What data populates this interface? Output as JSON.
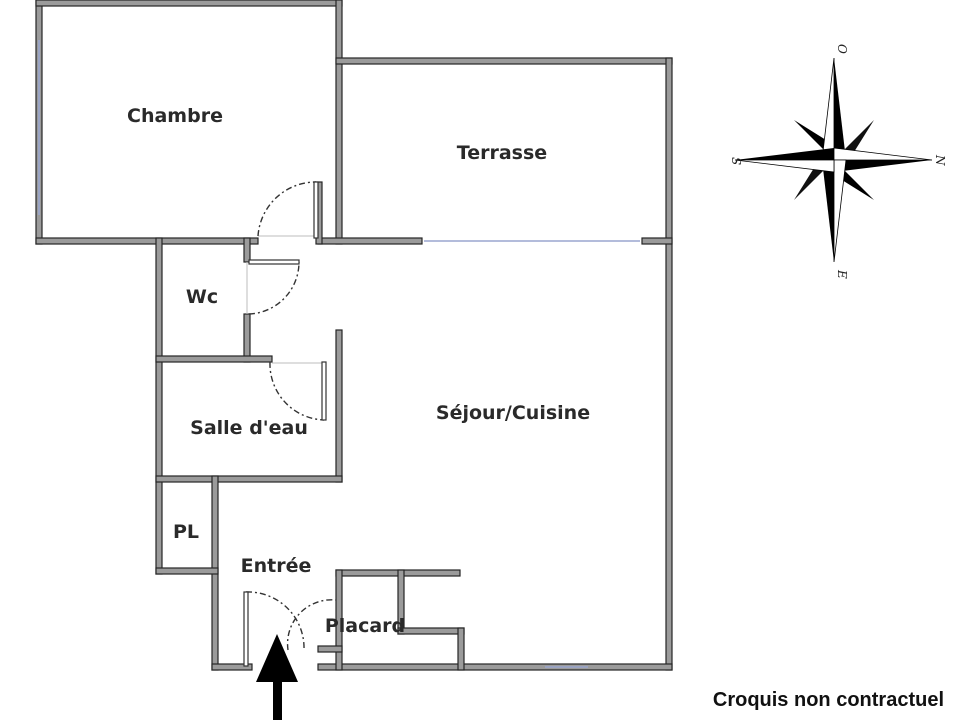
{
  "rooms": {
    "chambre": "Chambre",
    "terrasse": "Terrasse",
    "wc": "Wc",
    "salle_eau": "Salle d'eau",
    "sejour": "Séjour/Cuisine",
    "pl": "PL",
    "entree": "Entrée",
    "placard": "Placard"
  },
  "compass": {
    "north": "N",
    "south": "S",
    "east": "E",
    "west": "O"
  },
  "entrance_arrow": "entrance-arrow",
  "disclaimer": "Croquis non contractuel",
  "colors": {
    "wall": "#9b9b9b",
    "window": "#9aa6cf",
    "ink": "#2a2a2a"
  }
}
